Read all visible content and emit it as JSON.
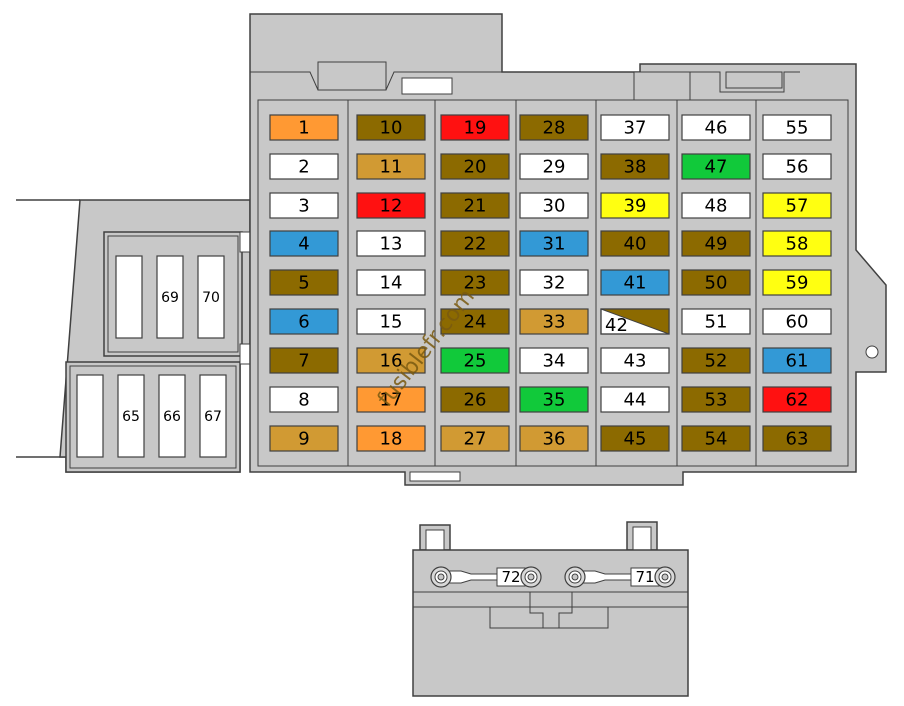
{
  "watermark": "fusiblefr.com",
  "colors": {
    "orange": "#ff9933",
    "olive": "#8c6a00",
    "tan": "#d19a33",
    "red": "#ff1111",
    "white": "#ffffff",
    "blue": "#3399d6",
    "green": "#11c93a",
    "yellow": "#ffff11",
    "housing": "#c8c8c8",
    "outline": "#404040"
  },
  "fuses": [
    {
      "n": "1",
      "c": "orange"
    },
    {
      "n": "2",
      "c": "white"
    },
    {
      "n": "3",
      "c": "white"
    },
    {
      "n": "4",
      "c": "blue"
    },
    {
      "n": "5",
      "c": "olive"
    },
    {
      "n": "6",
      "c": "blue"
    },
    {
      "n": "7",
      "c": "olive"
    },
    {
      "n": "8",
      "c": "white"
    },
    {
      "n": "9",
      "c": "tan"
    },
    {
      "n": "10",
      "c": "olive"
    },
    {
      "n": "11",
      "c": "tan"
    },
    {
      "n": "12",
      "c": "red"
    },
    {
      "n": "13",
      "c": "white"
    },
    {
      "n": "14",
      "c": "white"
    },
    {
      "n": "15",
      "c": "white"
    },
    {
      "n": "16",
      "c": "tan"
    },
    {
      "n": "17",
      "c": "orange"
    },
    {
      "n": "18",
      "c": "orange"
    },
    {
      "n": "19",
      "c": "red"
    },
    {
      "n": "20",
      "c": "olive"
    },
    {
      "n": "21",
      "c": "olive"
    },
    {
      "n": "22",
      "c": "olive"
    },
    {
      "n": "23",
      "c": "olive"
    },
    {
      "n": "24",
      "c": "olive"
    },
    {
      "n": "25",
      "c": "green"
    },
    {
      "n": "26",
      "c": "olive"
    },
    {
      "n": "27",
      "c": "tan"
    },
    {
      "n": "28",
      "c": "olive"
    },
    {
      "n": "29",
      "c": "white"
    },
    {
      "n": "30",
      "c": "white"
    },
    {
      "n": "31",
      "c": "blue"
    },
    {
      "n": "32",
      "c": "white"
    },
    {
      "n": "33",
      "c": "tan"
    },
    {
      "n": "34",
      "c": "white"
    },
    {
      "n": "35",
      "c": "green"
    },
    {
      "n": "36",
      "c": "tan"
    },
    {
      "n": "37",
      "c": "white"
    },
    {
      "n": "38",
      "c": "olive"
    },
    {
      "n": "39",
      "c": "yellow"
    },
    {
      "n": "40",
      "c": "olive"
    },
    {
      "n": "41",
      "c": "blue"
    },
    {
      "n": "42",
      "c": "split"
    },
    {
      "n": "43",
      "c": "white"
    },
    {
      "n": "44",
      "c": "white"
    },
    {
      "n": "45",
      "c": "olive"
    },
    {
      "n": "46",
      "c": "white"
    },
    {
      "n": "47",
      "c": "green"
    },
    {
      "n": "48",
      "c": "white"
    },
    {
      "n": "49",
      "c": "olive"
    },
    {
      "n": "50",
      "c": "olive"
    },
    {
      "n": "51",
      "c": "white"
    },
    {
      "n": "52",
      "c": "olive"
    },
    {
      "n": "53",
      "c": "olive"
    },
    {
      "n": "54",
      "c": "olive"
    },
    {
      "n": "55",
      "c": "white"
    },
    {
      "n": "56",
      "c": "white"
    },
    {
      "n": "57",
      "c": "yellow"
    },
    {
      "n": "58",
      "c": "yellow"
    },
    {
      "n": "59",
      "c": "yellow"
    },
    {
      "n": "60",
      "c": "white"
    },
    {
      "n": "61",
      "c": "blue"
    },
    {
      "n": "62",
      "c": "red"
    },
    {
      "n": "63",
      "c": "olive"
    }
  ],
  "relay_groups": [
    {
      "name": "upper",
      "slots": [
        "",
        "69",
        "70"
      ]
    },
    {
      "name": "lower",
      "slots": [
        "",
        "65",
        "66",
        "67"
      ]
    }
  ],
  "big_fuses": [
    "72",
    "71"
  ]
}
